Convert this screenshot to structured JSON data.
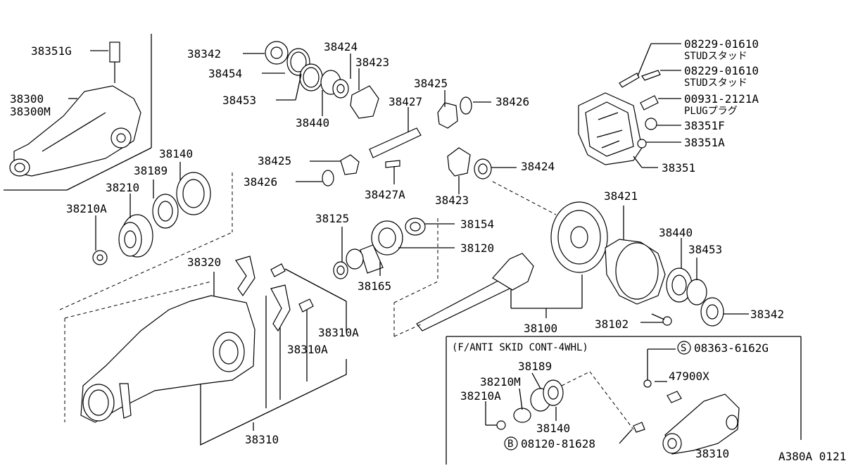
{
  "labels": {
    "l38351G": "38351G",
    "l38300": "38300",
    "l38300M": "38300M",
    "l38342a": "38342",
    "l38454": "38454",
    "l38453a": "38453",
    "l38424a": "38424",
    "l38423a": "38423",
    "l38440a": "38440",
    "l38425a": "38425",
    "l38427": "38427",
    "l38426a": "38426",
    "l38425b": "38425",
    "l38426b": "38426",
    "l38427A": "38427A",
    "l38424b": "38424",
    "l38423b": "38423",
    "l38140a": "38140",
    "l38189a": "38189",
    "l38210": "38210",
    "l38210Aa": "38210A",
    "l38125": "38125",
    "l38154": "38154",
    "l38120": "38120",
    "l38165": "38165",
    "l38320": "38320",
    "l38310Aa": "38310A",
    "l38310Ab": "38310A",
    "l38310a": "38310",
    "l38100": "38100",
    "l38421": "38421",
    "l38440b": "38440",
    "l38453b": "38453",
    "l38342b": "38342",
    "l38102": "38102",
    "lstud1": "08229-01610",
    "lstud1b": "STUDスタッド",
    "lstud2": "08229-01610",
    "lstud2b": "STUDスタッド",
    "lplug": "00931-2121A",
    "lplugb": "PLUGプラグ",
    "l38351F": "38351F",
    "l38351A": "38351A",
    "l38351": "38351",
    "lskid": "(F/ANTI SKID CONT-4WHL)",
    "l08363": "08363-6162G",
    "l38189b": "38189",
    "l38210M": "38210M",
    "l47900X": "47900X",
    "l38210Ab": "38210A",
    "l38140b": "38140",
    "l08120": "08120-81628",
    "l38310b": "38310",
    "lS": "S",
    "lB": "B",
    "lcode": "A380A 0121"
  }
}
